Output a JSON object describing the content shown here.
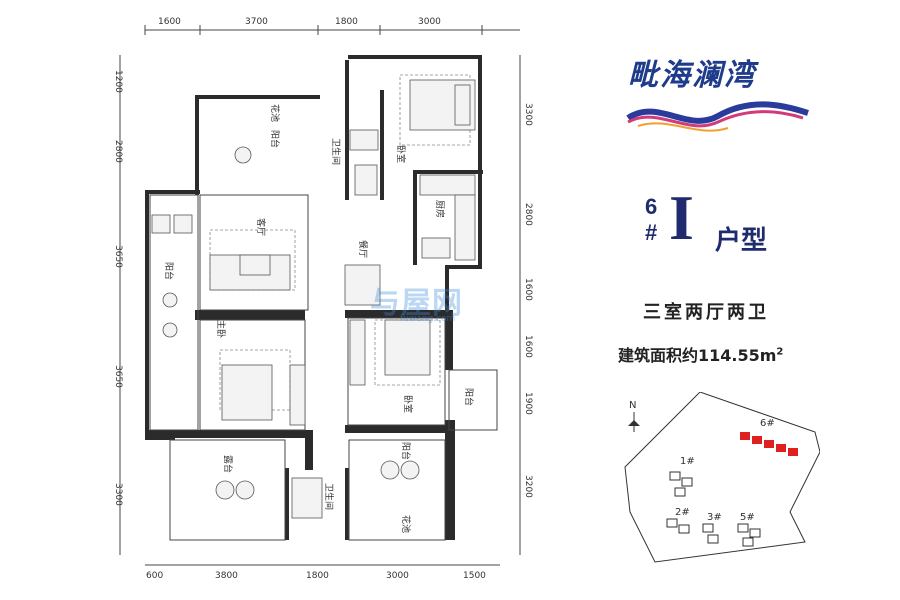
{
  "dimensions": {
    "top": [
      "1600",
      "3700",
      "1800",
      "3000"
    ],
    "bottom": [
      "600",
      "3800",
      "1800",
      "3000",
      "1500"
    ],
    "left": [
      "1200",
      "2800",
      "3650",
      "3650",
      "3300"
    ],
    "right": [
      "3300",
      "2800",
      "1600",
      "1600",
      "1900",
      "3200"
    ]
  },
  "rooms": {
    "flower_bed_top": "花池",
    "balcony_top": "阳台",
    "bathroom_top": "卫生间",
    "bedroom_top": "卧室",
    "kitchen": "厨房",
    "living_room": "客厅",
    "dining_room": "餐厅",
    "balcony_left": "阳台",
    "master_bedroom": "主卧",
    "bedroom_mid": "卧室",
    "balcony_right": "阳台",
    "terrace": "露台",
    "bathroom_bottom": "卫生间",
    "balcony_bottom": "阳台",
    "flower_bed_bottom": "花池"
  },
  "brand": {
    "name": "毗海澜湾"
  },
  "unit": {
    "number": "6",
    "hash": "#",
    "letter": "I",
    "label": "户型"
  },
  "layout_text": "三室两厅两卫",
  "area": {
    "text": "建筑面积约114.55m",
    "sup": "2"
  },
  "site_plan": {
    "north": "N",
    "buildings": [
      "6#",
      "1#",
      "2#",
      "3#",
      "5#"
    ],
    "highlight_color": "#e02020"
  },
  "watermark": {
    "text": "与屋网",
    "url": "fuwang.com"
  }
}
